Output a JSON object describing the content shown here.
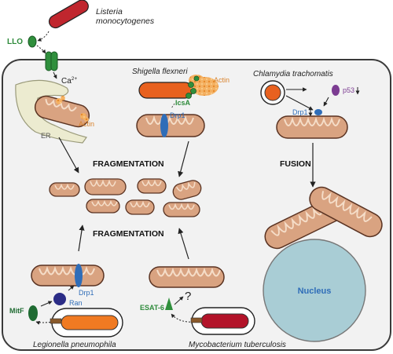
{
  "labels": {
    "listeria": [
      "Listeria",
      "monocytogenes"
    ],
    "llo": "LLO",
    "calcium": "Ca",
    "calcium_charge": "2+",
    "er": "ER",
    "actin_er": "Actin",
    "shigella": "Shigella flexneri",
    "actin_shigella": "Actin",
    "icsa": "IcsA",
    "drp1_shigella": "Drp1",
    "chlamydia": "Chlamydia trachomatis",
    "p53": "p53",
    "drp1_chlamydia": "Drp1",
    "fragmentation_top": "FRAGMENTATION",
    "fragmentation_bottom": "FRAGMENTATION",
    "fusion": "FUSION",
    "nucleus": "Nucleus",
    "drp1_legionella": "Drp1",
    "ran": "Ran",
    "mitf": "MitF",
    "legionella": "Legionella pneumophila",
    "esat6": "ESAT-6",
    "question": "?",
    "mycobacterium": "Mycobacterium tuberculosis"
  },
  "colors": {
    "mito_fill": "#d9a381",
    "mito_stroke": "#5a3322",
    "cristae": "#f5ddc8",
    "drp1": "#2f6db8",
    "green_protein": "#2f8f3c",
    "listeria": "#c0262e",
    "shigella": "#e8611f",
    "actin": "#f0a245",
    "p53": "#7c3c92",
    "nucleus": "#a9cdd5",
    "ran": "#2b2c86",
    "mitf": "#1f6b32",
    "legionella": "#f07a22",
    "mycobacterium": "#b3142a",
    "er": "#ecebd0",
    "text_green": "#2d8a3a",
    "text_orange": "#d9822b",
    "text_blue": "#2f6db8"
  }
}
